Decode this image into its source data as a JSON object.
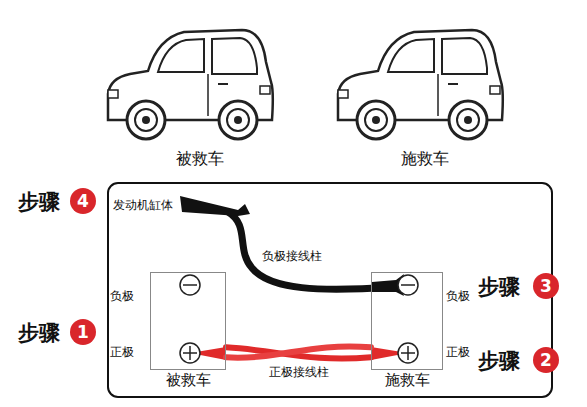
{
  "diagram": {
    "nodes": [
      {
        "text": [
          "被救车"
        ]
      },
      {
        "text": [
          "施救车"
        ]
      }
    ],
    "edges": [
      {
        "from": 0,
        "to": 1,
        "arrow": "none",
        "label": "正极接线柱"
      }
    ],
    "labels": [
      "被救车",
      "施救车",
      "步骤",
      "4",
      "发动机缸体",
      "负极接线柱",
      "负极",
      "负极",
      "步骤",
      "3",
      "步骤",
      "1",
      "正极",
      "正极",
      "步骤",
      "2"
    ]
  }
}
